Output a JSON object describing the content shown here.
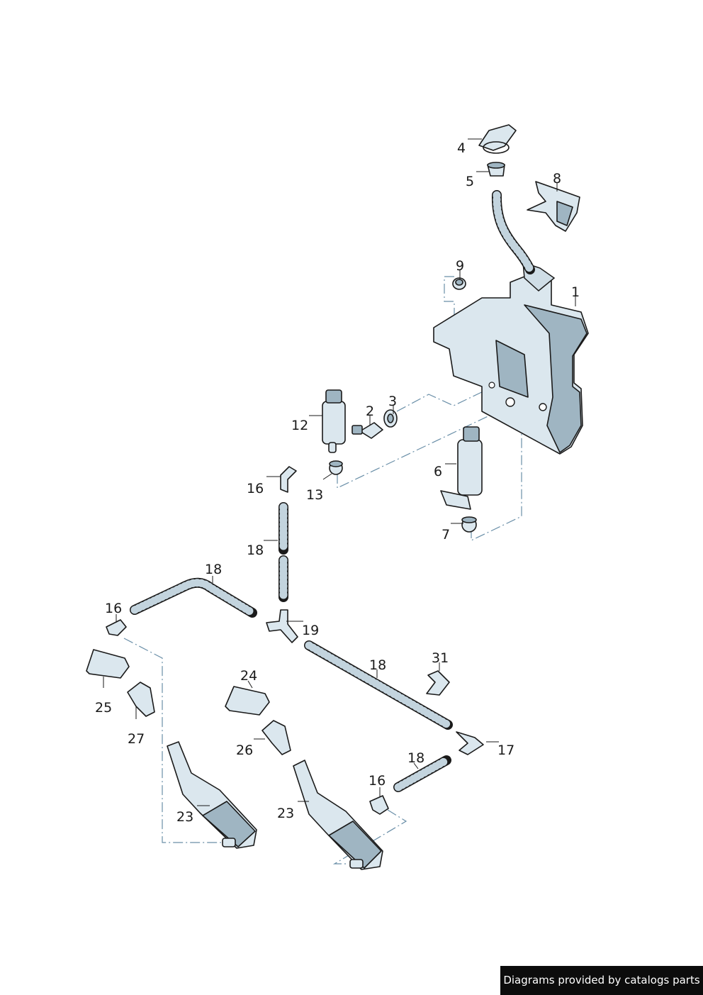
{
  "callouts": {
    "c1": "1",
    "c2": "2",
    "c3": "3",
    "c4": "4",
    "c5": "5",
    "c6": "6",
    "c7": "7",
    "c8": "8",
    "c9": "9",
    "c12": "12",
    "c13": "13",
    "c16a": "16",
    "c16b": "16",
    "c16c": "16",
    "c17": "17",
    "c18a": "18",
    "c18b": "18",
    "c18c": "18",
    "c18d": "18",
    "c19": "19",
    "c23a": "23",
    "c23b": "23",
    "c24": "24",
    "c25": "25",
    "c26": "26",
    "c27": "27",
    "c31": "31"
  },
  "footer": {
    "credit": "Diagrams provided by catalogs parts"
  },
  "colors": {
    "part_fill": "#dbe7ee",
    "part_shade": "#9fb5c2",
    "leader_dash": "#6a8fa8",
    "credit_bg": "#0c0c0c"
  }
}
